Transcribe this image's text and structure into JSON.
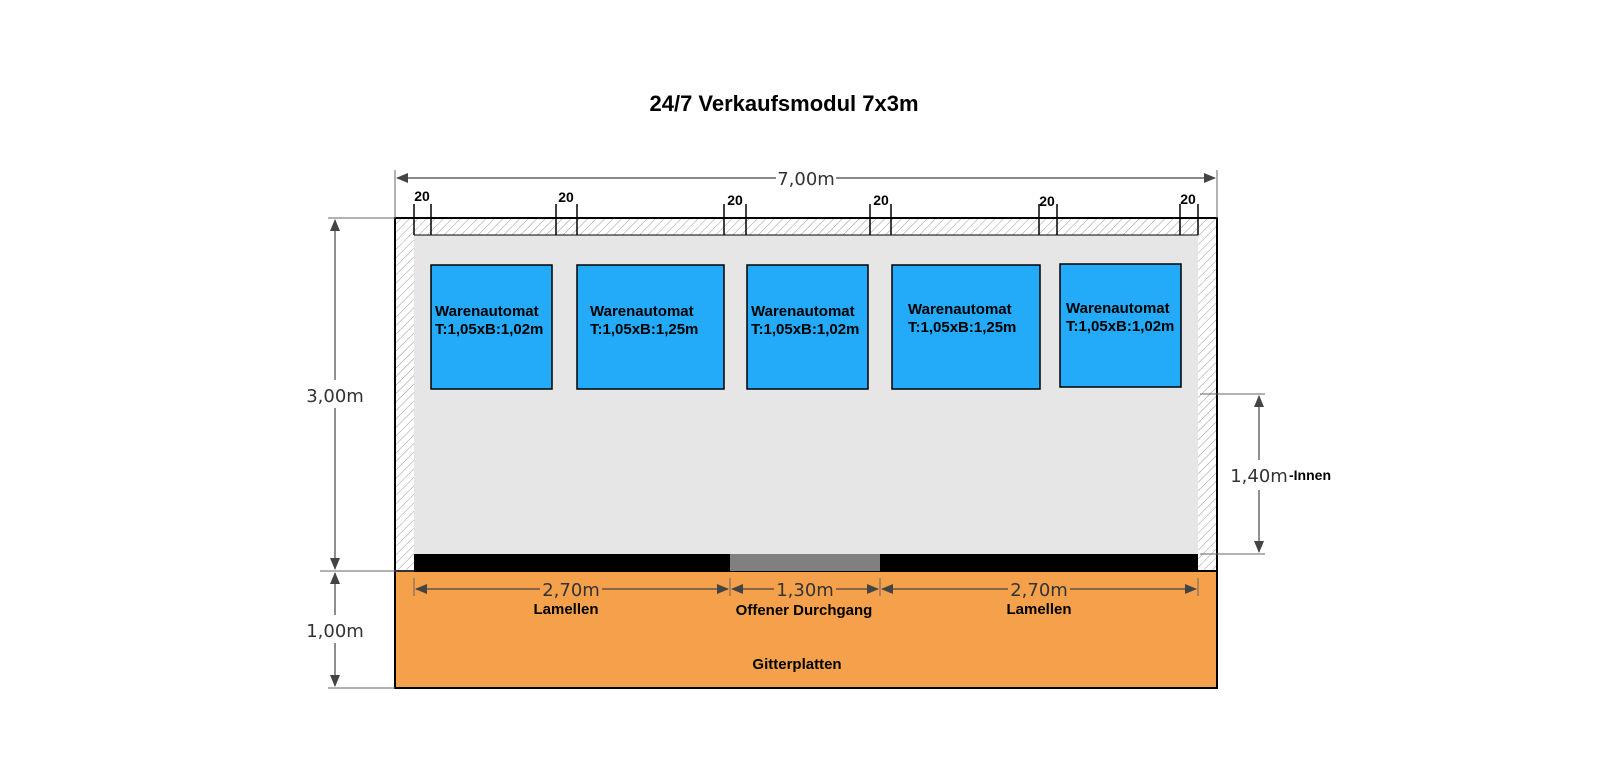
{
  "title": "24/7 Verkaufsmodul 7x3m",
  "dimensions": {
    "total_width": "7,00m",
    "height": "3,00m",
    "apron_depth": "1,00m",
    "inner_depth": "1,40m",
    "inner_label": "-Innen",
    "wall_thickness": "20",
    "segment_left": "2,70m",
    "segment_middle": "1,30m",
    "segment_right": "2,70m"
  },
  "front": {
    "left_label": "Lamellen",
    "middle_label": "Offener Durchgang",
    "right_label": "Lamellen"
  },
  "floor_label": "Gitterplatten",
  "machines": [
    {
      "name": "Warenautomat",
      "size": "T:1,05xB:1,02m"
    },
    {
      "name": "Warenautomat",
      "size": "T:1,05xB:1,25m"
    },
    {
      "name": "Warenautomat",
      "size": "T:1,05xB:1,02m"
    },
    {
      "name": "Warenautomat",
      "size": "T:1,05xB:1,25m"
    },
    {
      "name": "Warenautomat",
      "size": "T:1,05xB:1,02m"
    }
  ],
  "colors": {
    "machine_fill": "#23aaf8",
    "floor_fill": "#f5a04b",
    "interior_fill": "#e6e6e6",
    "louver_fill": "#000000",
    "opening_fill": "#808080"
  }
}
